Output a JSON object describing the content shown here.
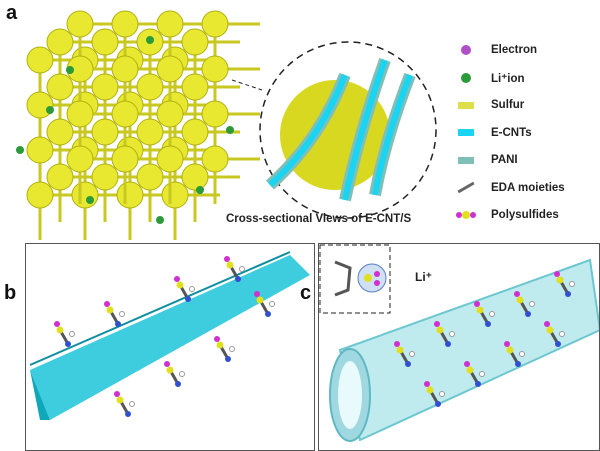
{
  "panels": {
    "a": "a",
    "b": "b",
    "c": "c"
  },
  "caption": "Cross-sectional Views of E-CNT/S",
  "legend": [
    {
      "label": "Electron",
      "color": "#b04fc8"
    },
    {
      "label": "Li⁺ion",
      "color": "#2a9a3a"
    },
    {
      "label": "Sulfur",
      "color": "#dde04a"
    },
    {
      "label": "E-CNTs",
      "color": "#19d4f2"
    },
    {
      "label": "PANI",
      "color": "#7fbfb8"
    },
    {
      "label": "EDA moieties",
      "color": "#666666"
    },
    {
      "label": "Polysulfides",
      "color": "#e0e020"
    }
  ],
  "li_label": "Li⁺"
}
